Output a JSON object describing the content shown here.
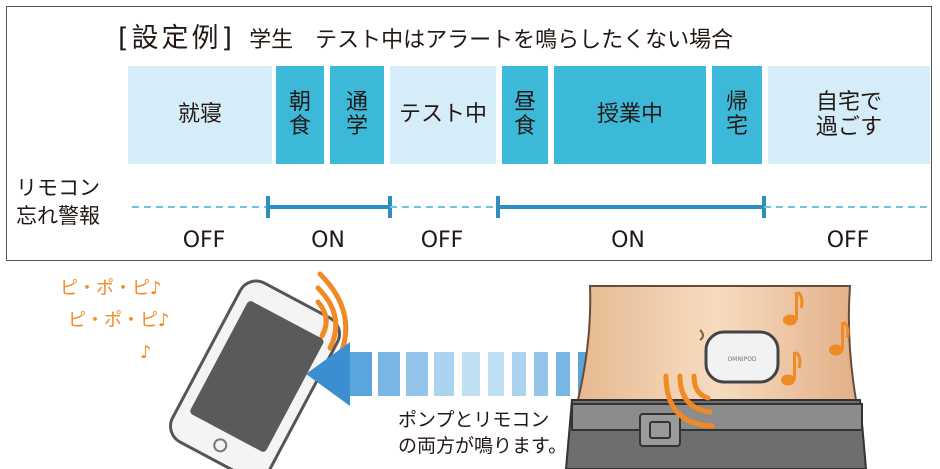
{
  "title": {
    "bracket": "[設定例]",
    "text": "学生　テスト中はアラートを鳴らしたくない場合"
  },
  "schedule": [
    {
      "label": "就寝",
      "vertical": false
    },
    {
      "label": "朝食",
      "vertical": true
    },
    {
      "label": "通学",
      "vertical": true
    },
    {
      "label": "テスト中",
      "vertical": false
    },
    {
      "label": "昼食",
      "vertical": true
    },
    {
      "label": "授業中",
      "vertical": false
    },
    {
      "label": "帰宅",
      "vertical": true
    },
    {
      "label": "自宅で過ごす",
      "line1": "自宅で",
      "line2": "過ごす",
      "vertical": false
    }
  ],
  "alarm_label": {
    "line1": "リモコン",
    "line2": "忘れ警報"
  },
  "states": [
    "OFF",
    "ON",
    "OFF",
    "ON",
    "OFF"
  ],
  "notes": {
    "line1": "ピ・ポ・ピ♪",
    "line2": "ピ・ポ・ピ♪",
    "line3": "♪"
  },
  "caption": {
    "line1": "ポンプとリモコン",
    "line2": "の両方が鳴ります。"
  },
  "device_brand": "OMNIPOD",
  "colors": {
    "light": "#d4edf8",
    "dark": "#3cb9d8",
    "line": "#2b8fbf",
    "orange": "#f08a24"
  }
}
